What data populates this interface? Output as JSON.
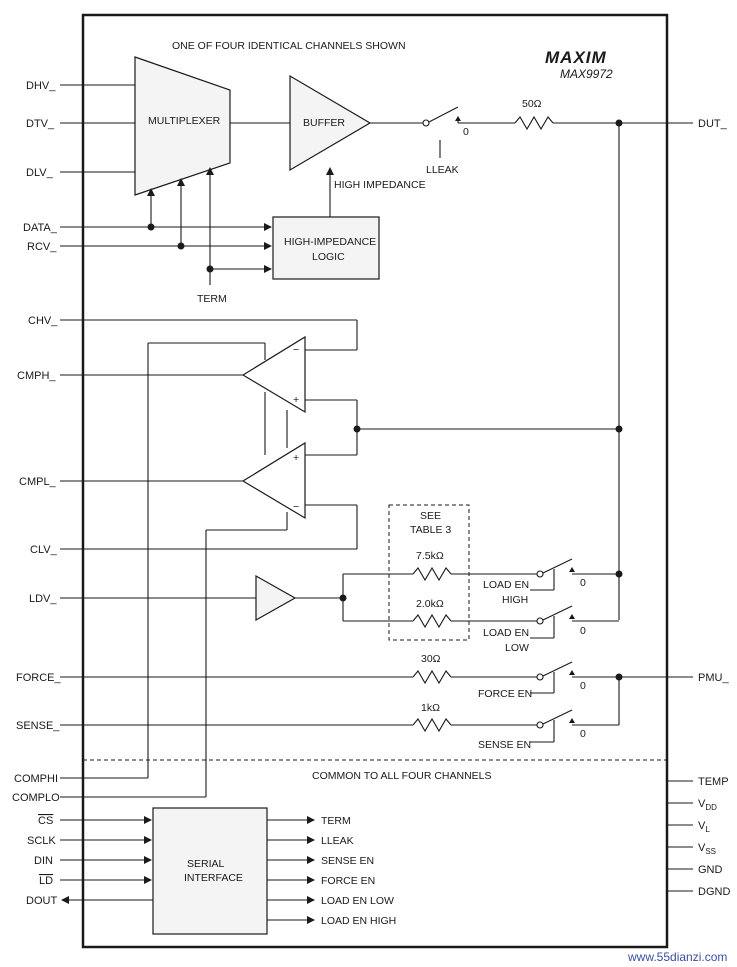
{
  "header": {
    "channel_note": "ONE OF FOUR IDENTICAL CHANNELS SHOWN",
    "brand": "MAXIM",
    "part_number": "MAX9972"
  },
  "left_pins": {
    "dhv": "DHV_",
    "dtv": "DTV_",
    "dlv": "DLV_",
    "data": "DATA_",
    "rcv": "RCV_",
    "chv": "CHV_",
    "cmph": "CMPH_",
    "cmpl": "CMPL_",
    "clv": "CLV_",
    "ldv": "LDV_",
    "force": "FORCE_",
    "sense": "SENSE_",
    "comphi": "COMPHI",
    "complo": "COMPLO",
    "cs": "CS",
    "sclk": "SCLK",
    "din": "DIN",
    "ld": "LD",
    "dout": "DOUT"
  },
  "right_pins": {
    "dut": "DUT_",
    "pmu": "PMU_",
    "temp": "TEMP",
    "vdd_main": "V",
    "vdd_sub": "DD",
    "vl_main": "V",
    "vl_sub": "L",
    "vss_main": "V",
    "vss_sub": "SS",
    "gnd": "GND",
    "dgnd": "DGND"
  },
  "blocks": {
    "mux": "MULTIPLEXER",
    "buffer": "BUFFER",
    "hiz_logic_1": "HIGH-IMPEDANCE",
    "hiz_logic_2": "LOGIC",
    "serial_1": "SERIAL",
    "serial_2": "INTERFACE"
  },
  "labels": {
    "high_impedance": "HIGH IMPEDANCE",
    "term": "TERM",
    "lleak": "LLEAK",
    "zero": "0",
    "r_50": "50Ω",
    "r_7k5": "7.5kΩ",
    "r_2k0": "2.0kΩ",
    "r_30": "30Ω",
    "r_1k": "1kΩ",
    "see_1": "SEE",
    "see_2": "TABLE 3",
    "load_en_high_1": "LOAD EN",
    "load_en_high_2": "HIGH",
    "load_en_low_1": "LOAD EN",
    "load_en_low_2": "LOW",
    "force_en": "FORCE EN",
    "sense_en": "SENSE EN",
    "common_note": "COMMON TO ALL FOUR CHANNELS",
    "plus": "+",
    "minus": "−"
  },
  "serial_outputs": [
    "TERM",
    "LLEAK",
    "SENSE EN",
    "FORCE EN",
    "LOAD EN LOW",
    "LOAD EN HIGH"
  ],
  "watermark": "www.55dianzi.com"
}
